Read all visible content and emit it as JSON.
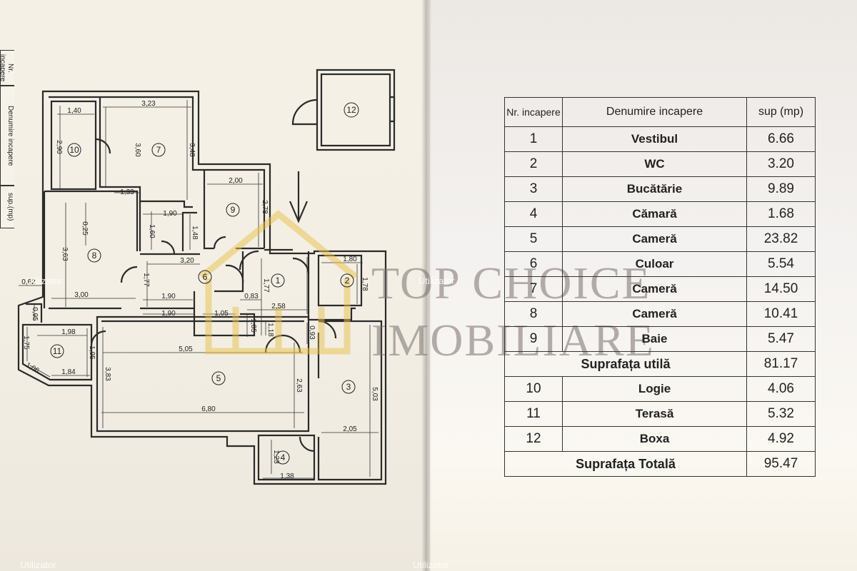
{
  "floor_plan": {
    "rooms": [
      {
        "id": "1"
      },
      {
        "id": "2"
      },
      {
        "id": "3"
      },
      {
        "id": "4"
      },
      {
        "id": "5"
      },
      {
        "id": "6"
      },
      {
        "id": "7"
      },
      {
        "id": "8"
      },
      {
        "id": "9"
      },
      {
        "id": "10"
      },
      {
        "id": "11"
      },
      {
        "id": "12"
      }
    ],
    "dimensions": [
      "1,40",
      "2,90",
      "3,23",
      "3,60",
      "3,48",
      "1,33",
      "2,00",
      "2,78",
      "0,25",
      "3,63",
      "1,90",
      "1,60",
      "1,48",
      "3,20",
      "1,77",
      "1,90",
      "0,83",
      "1,77",
      "1,80",
      "1,78",
      "0,62",
      "0,95",
      "3,00",
      "1,90",
      "1,05",
      "2,58",
      "1,05",
      "1,18",
      "0,93",
      "1,75",
      "1,98",
      "1,95",
      "5,05",
      "1,06",
      "1,84",
      "3,83",
      "2,63",
      "5,03",
      "6,80",
      "2,05",
      "1,23",
      "1,38",
      "2,90"
    ],
    "mini_table_headers": [
      "Nr. incapere",
      "Denumire incapere",
      "sup.(mp)"
    ]
  },
  "watermark": {
    "brand_line1": "TOP CHOICE",
    "brand_line2": "IMOBILIARE",
    "user_label": "Utilizator"
  },
  "room_table": {
    "headers": {
      "nr": "Nr. incapere",
      "name": "Denumire incapere",
      "area": "sup (mp)"
    },
    "rows": [
      {
        "nr": "1",
        "name": "Vestibul",
        "area": "6.66"
      },
      {
        "nr": "2",
        "name": "WC",
        "area": "3.20"
      },
      {
        "nr": "3",
        "name": "Bucătărie",
        "area": "9.89"
      },
      {
        "nr": "4",
        "name": "Cămară",
        "area": "1.68"
      },
      {
        "nr": "5",
        "name": "Cameră",
        "area": "23.82"
      },
      {
        "nr": "6",
        "name": "Culoar",
        "area": "5.54"
      },
      {
        "nr": "7",
        "name": "Cameră",
        "area": "14.50"
      },
      {
        "nr": "8",
        "name": "Cameră",
        "area": "10.41"
      },
      {
        "nr": "9",
        "name": "Baie",
        "area": "5.47"
      }
    ],
    "subtotal": {
      "label": "Suprafața utilă",
      "area": "81.17"
    },
    "extra_rows": [
      {
        "nr": "10",
        "name": "Logie",
        "area": "4.06"
      },
      {
        "nr": "11",
        "name": "Terasă",
        "area": "5.32"
      },
      {
        "nr": "12",
        "name": "Boxa",
        "area": "4.92"
      }
    ],
    "total": {
      "label": "Suprafața Totală",
      "area": "95.47"
    }
  },
  "colors": {
    "ink": "#222222",
    "logo": "#e8c24a",
    "paper": "#f4f0e6"
  }
}
